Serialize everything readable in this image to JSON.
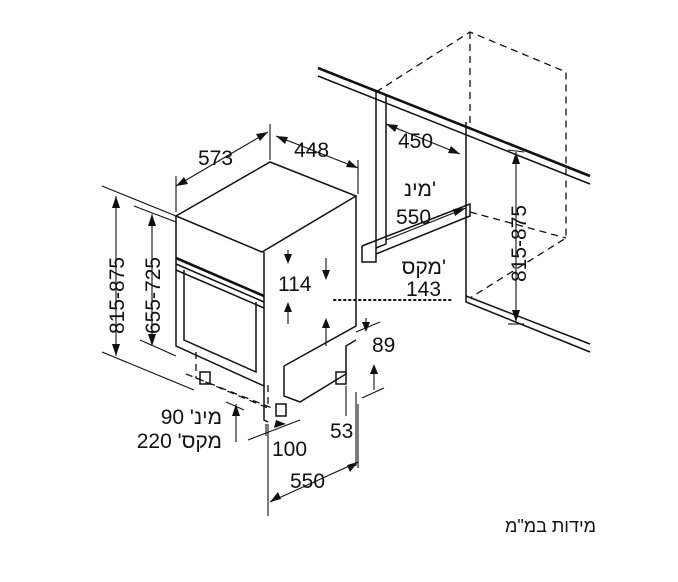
{
  "dimensions": {
    "appliance_width": "448",
    "appliance_depth": "573",
    "niche_depth": "450",
    "niche_min_label": "מינ'",
    "niche_min_value": "550",
    "outer_height_range": "815-875",
    "front_height_range": "655-725",
    "niche_height_range": "815-875",
    "panel_gap": "114",
    "max_label": "מקס'",
    "max_value": "143",
    "plinth_height": "89",
    "plinth_depth": "53",
    "foot_offset": "100",
    "depth_bottom": "550",
    "min_plinth_note": "מינ' 90",
    "max_plinth_note": "מקס' 220"
  },
  "footer": {
    "units_note": "מידות במ\"מ"
  }
}
